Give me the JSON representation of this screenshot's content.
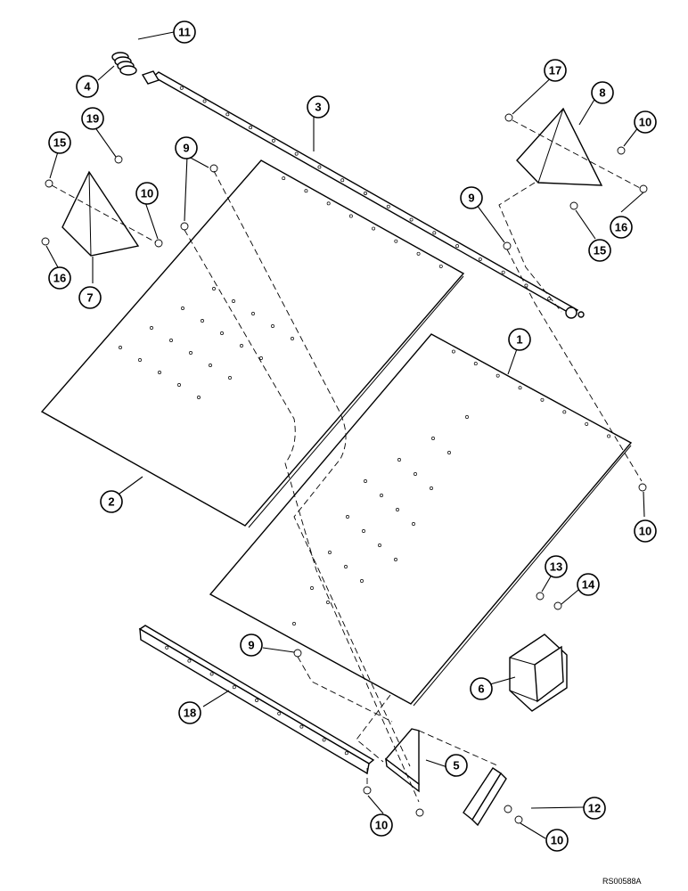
{
  "callouts": [
    {
      "id": "c1",
      "label": "1"
    },
    {
      "id": "c2",
      "label": "2"
    },
    {
      "id": "c3",
      "label": "3"
    },
    {
      "id": "c4",
      "label": "4"
    },
    {
      "id": "c5",
      "label": "5"
    },
    {
      "id": "c6",
      "label": "6"
    },
    {
      "id": "c7",
      "label": "7"
    },
    {
      "id": "c8",
      "label": "8"
    },
    {
      "id": "c9a",
      "label": "9"
    },
    {
      "id": "c9b",
      "label": "9"
    },
    {
      "id": "c9c",
      "label": "9"
    },
    {
      "id": "c10a",
      "label": "10"
    },
    {
      "id": "c10b",
      "label": "10"
    },
    {
      "id": "c10c",
      "label": "10"
    },
    {
      "id": "c10d",
      "label": "10"
    },
    {
      "id": "c10e",
      "label": "10"
    },
    {
      "id": "c11",
      "label": "11"
    },
    {
      "id": "c12",
      "label": "12"
    },
    {
      "id": "c13",
      "label": "13"
    },
    {
      "id": "c14",
      "label": "14"
    },
    {
      "id": "c15a",
      "label": "15"
    },
    {
      "id": "c15b",
      "label": "15"
    },
    {
      "id": "c16a",
      "label": "16"
    },
    {
      "id": "c16b",
      "label": "16"
    },
    {
      "id": "c17",
      "label": "17"
    },
    {
      "id": "c18",
      "label": "18"
    },
    {
      "id": "c19",
      "label": "19"
    }
  ],
  "drawing_code": "RS00588A"
}
